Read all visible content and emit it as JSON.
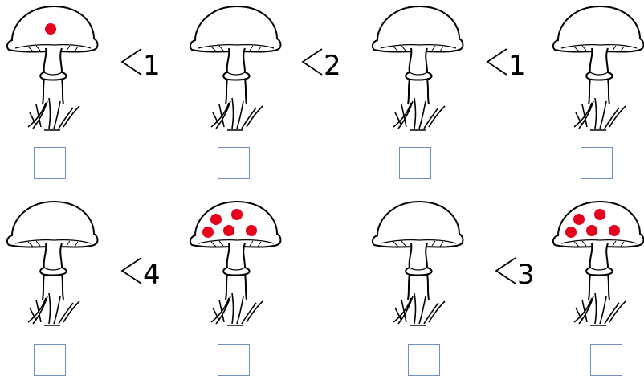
{
  "row1": {
    "mushrooms": [
      {
        "id": "m1",
        "dots": 1
      },
      {
        "id": "m2",
        "dots": 0
      },
      {
        "id": "m3",
        "dots": 0
      },
      {
        "id": "m4",
        "dots": 0
      }
    ],
    "comparisons": [
      {
        "symbol": "<",
        "number": "1"
      },
      {
        "symbol": "<",
        "number": "2"
      },
      {
        "symbol": "<",
        "number": "1"
      }
    ]
  },
  "row2": {
    "mushrooms": [
      {
        "id": "m5",
        "dots": 0
      },
      {
        "id": "m6",
        "dots": 5
      },
      {
        "id": "m7",
        "dots": 0
      },
      {
        "id": "m8",
        "dots": 5
      }
    ],
    "comparisons": [
      {
        "symbol": "<",
        "number": "4"
      },
      {
        "symbol": "<",
        "number": "3"
      }
    ]
  },
  "colors": {
    "dot": "#e5001c",
    "box_border": "#6f8fc4"
  }
}
